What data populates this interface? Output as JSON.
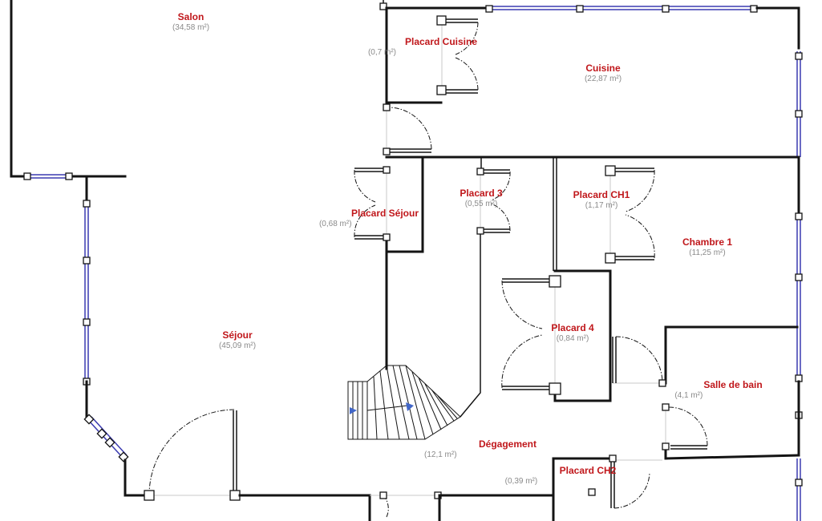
{
  "colors": {
    "wall": "#141414",
    "window": "#3a3ab0",
    "label": "#c0171b",
    "area": "#8a8a8a",
    "stairs_arrow": "#4166c8"
  },
  "rooms": [
    {
      "id": "salon",
      "name": "Salon",
      "area": "(34,58 m²)"
    },
    {
      "id": "placard-cuisine",
      "name": "Placard Cuisine",
      "area": "(0,7 m²)"
    },
    {
      "id": "cuisine",
      "name": "Cuisine",
      "area": "(22,87 m²)"
    },
    {
      "id": "placard-3",
      "name": "Placard 3",
      "area": "(0,55 m²)"
    },
    {
      "id": "placard-ch1",
      "name": "Placard CH1",
      "area": "(1,17 m²)"
    },
    {
      "id": "placard-sejour",
      "name": "Placard Séjour",
      "area": "(0,68 m²)"
    },
    {
      "id": "chambre-1",
      "name": "Chambre 1",
      "area": "(11,25 m²)"
    },
    {
      "id": "placard-4",
      "name": "Placard 4",
      "area": "(0,84 m²)"
    },
    {
      "id": "sejour",
      "name": "Séjour",
      "area": "(45,09 m²)"
    },
    {
      "id": "salle-de-bain",
      "name": "Salle de bain",
      "area": "(4,1 m²)"
    },
    {
      "id": "degagement",
      "name": "Dégagement",
      "area": "(12,1 m²)"
    },
    {
      "id": "placard-ch2",
      "name": "Placard CH2",
      "area": "(0,39 m²)"
    }
  ]
}
